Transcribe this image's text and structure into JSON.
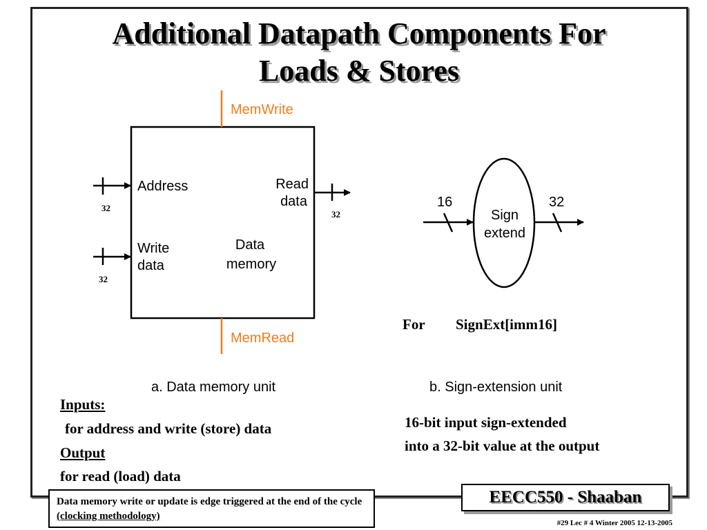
{
  "slide": {
    "title_line1": "Additional Datapath Components For",
    "title_line2": "Loads & Stores"
  },
  "data_memory": {
    "memwrite": "MemWrite",
    "memread": "MemRead",
    "address": "Address",
    "write_data_l1": "Write",
    "write_data_l2": "data",
    "read_data_l1": "Read",
    "read_data_l2": "data",
    "unit_l1": "Data",
    "unit_l2": "memory",
    "address_width": "32",
    "write_width": "32",
    "read_width": "32",
    "caption": "a. Data memory unit"
  },
  "sign_extend": {
    "in_width": "16",
    "out_width": "32",
    "unit_l1": "Sign",
    "unit_l2": "extend",
    "caption": "b. Sign-extension unit",
    "for_label": "For",
    "signext_label": "SignExt[imm16]",
    "desc_l1": "16-bit input sign-extended",
    "desc_l2": "into a 32-bit value at the output"
  },
  "notes": {
    "inputs_heading": "Inputs:",
    "inputs_text": "for address and write (store) data",
    "output_heading": "Output",
    "output_text": "for read (load) data",
    "edge_note": "Data memory write or update is edge triggered at the end of the cycle",
    "edge_note_link": "(clocking methodology)"
  },
  "footer": {
    "course": "EECC550 - Shaaban",
    "slide_info": "#29   Lec # 4   Winter 2005   12-13-2005"
  },
  "colors": {
    "control_signal": "#f07d1e",
    "line": "#000000"
  }
}
